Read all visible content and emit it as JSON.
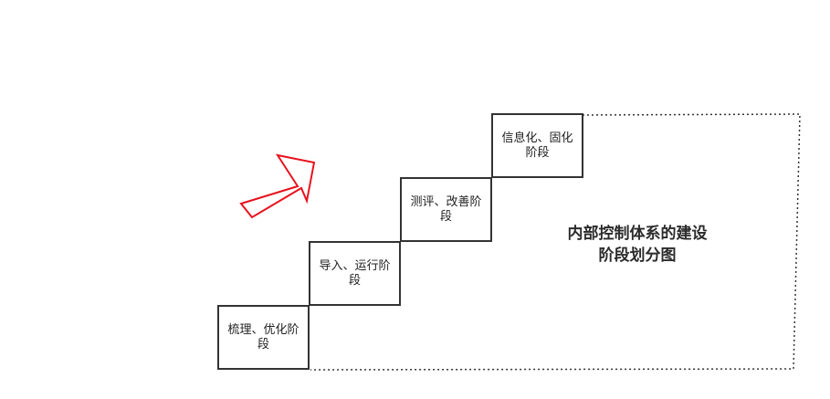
{
  "steps": [
    {
      "label": "梳理、优化阶段"
    },
    {
      "label": "导入、运行阶段"
    },
    {
      "label": "测评、改善阶段"
    },
    {
      "label": "信息化、固化阶段"
    }
  ],
  "title": {
    "line1": "内部控制体系的建设",
    "line2": "阶段划分图"
  },
  "colors": {
    "arrow": "#e8121d",
    "step_border": "#333333",
    "dotted_outline": "#333333"
  },
  "icons": [
    "upward-arrow-icon"
  ]
}
